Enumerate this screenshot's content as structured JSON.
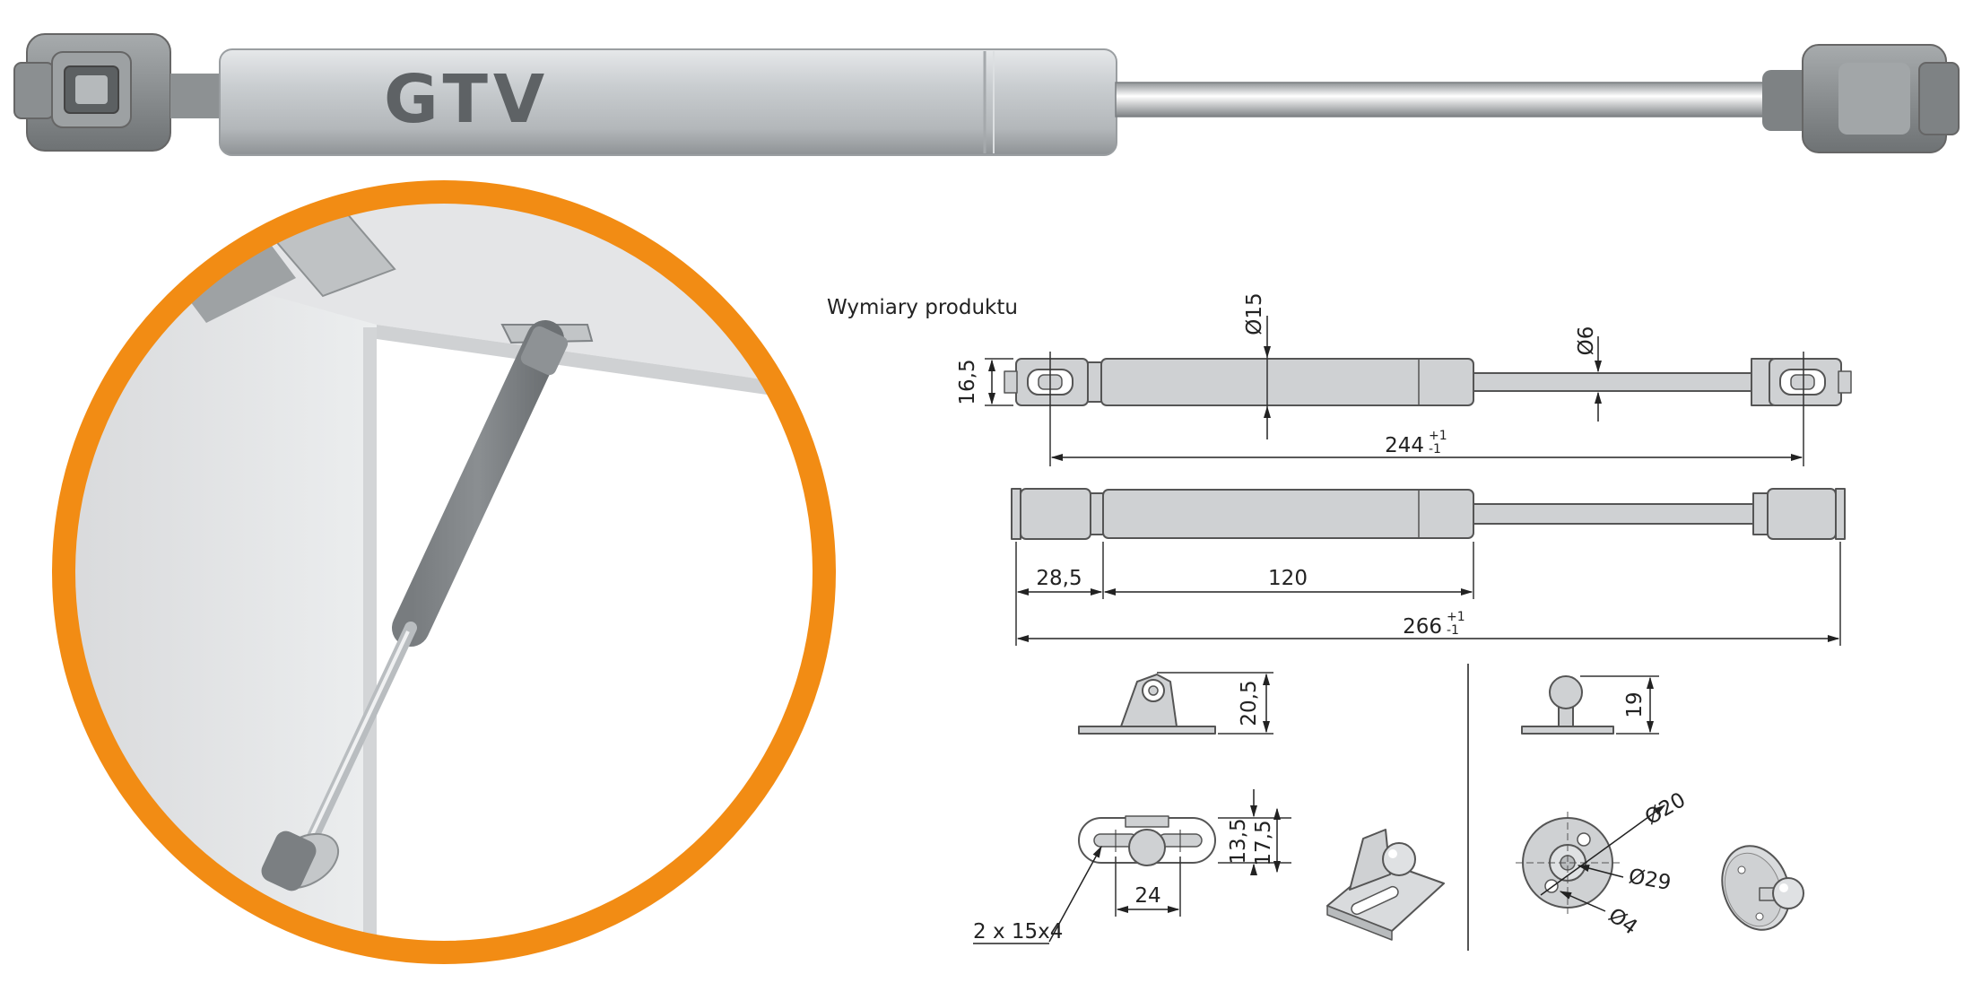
{
  "brand": "GTV",
  "section_title": "Wymiary produktu",
  "dimensions": {
    "body_diameter": "Ø15",
    "rod_diameter": "Ø6",
    "end_height": "16,5",
    "eye_to_eye": "244",
    "total_length": "266",
    "tolerance_plus": "+1",
    "tolerance_minus": "-1",
    "end_length": "28,5",
    "stroke": "120",
    "bracket_height": "20,5",
    "stud_height": "19",
    "bracket_slot_width": "13,5",
    "bracket_width": "17,5",
    "bracket_hole_spacing": "24",
    "bracket_slots": "2 x 15x4",
    "plate_circle": "Ø20",
    "plate_diameter": "Ø29",
    "hole_diameter": "Ø4"
  },
  "colors": {
    "accent_ring": "#f28c14",
    "strut_body": "#c6c9cc",
    "strut_end": "#8d9295",
    "drawing_fill": "#cfd1d3"
  },
  "icons": [
    "gas-strut-photo",
    "cabinet-installation-photo"
  ]
}
